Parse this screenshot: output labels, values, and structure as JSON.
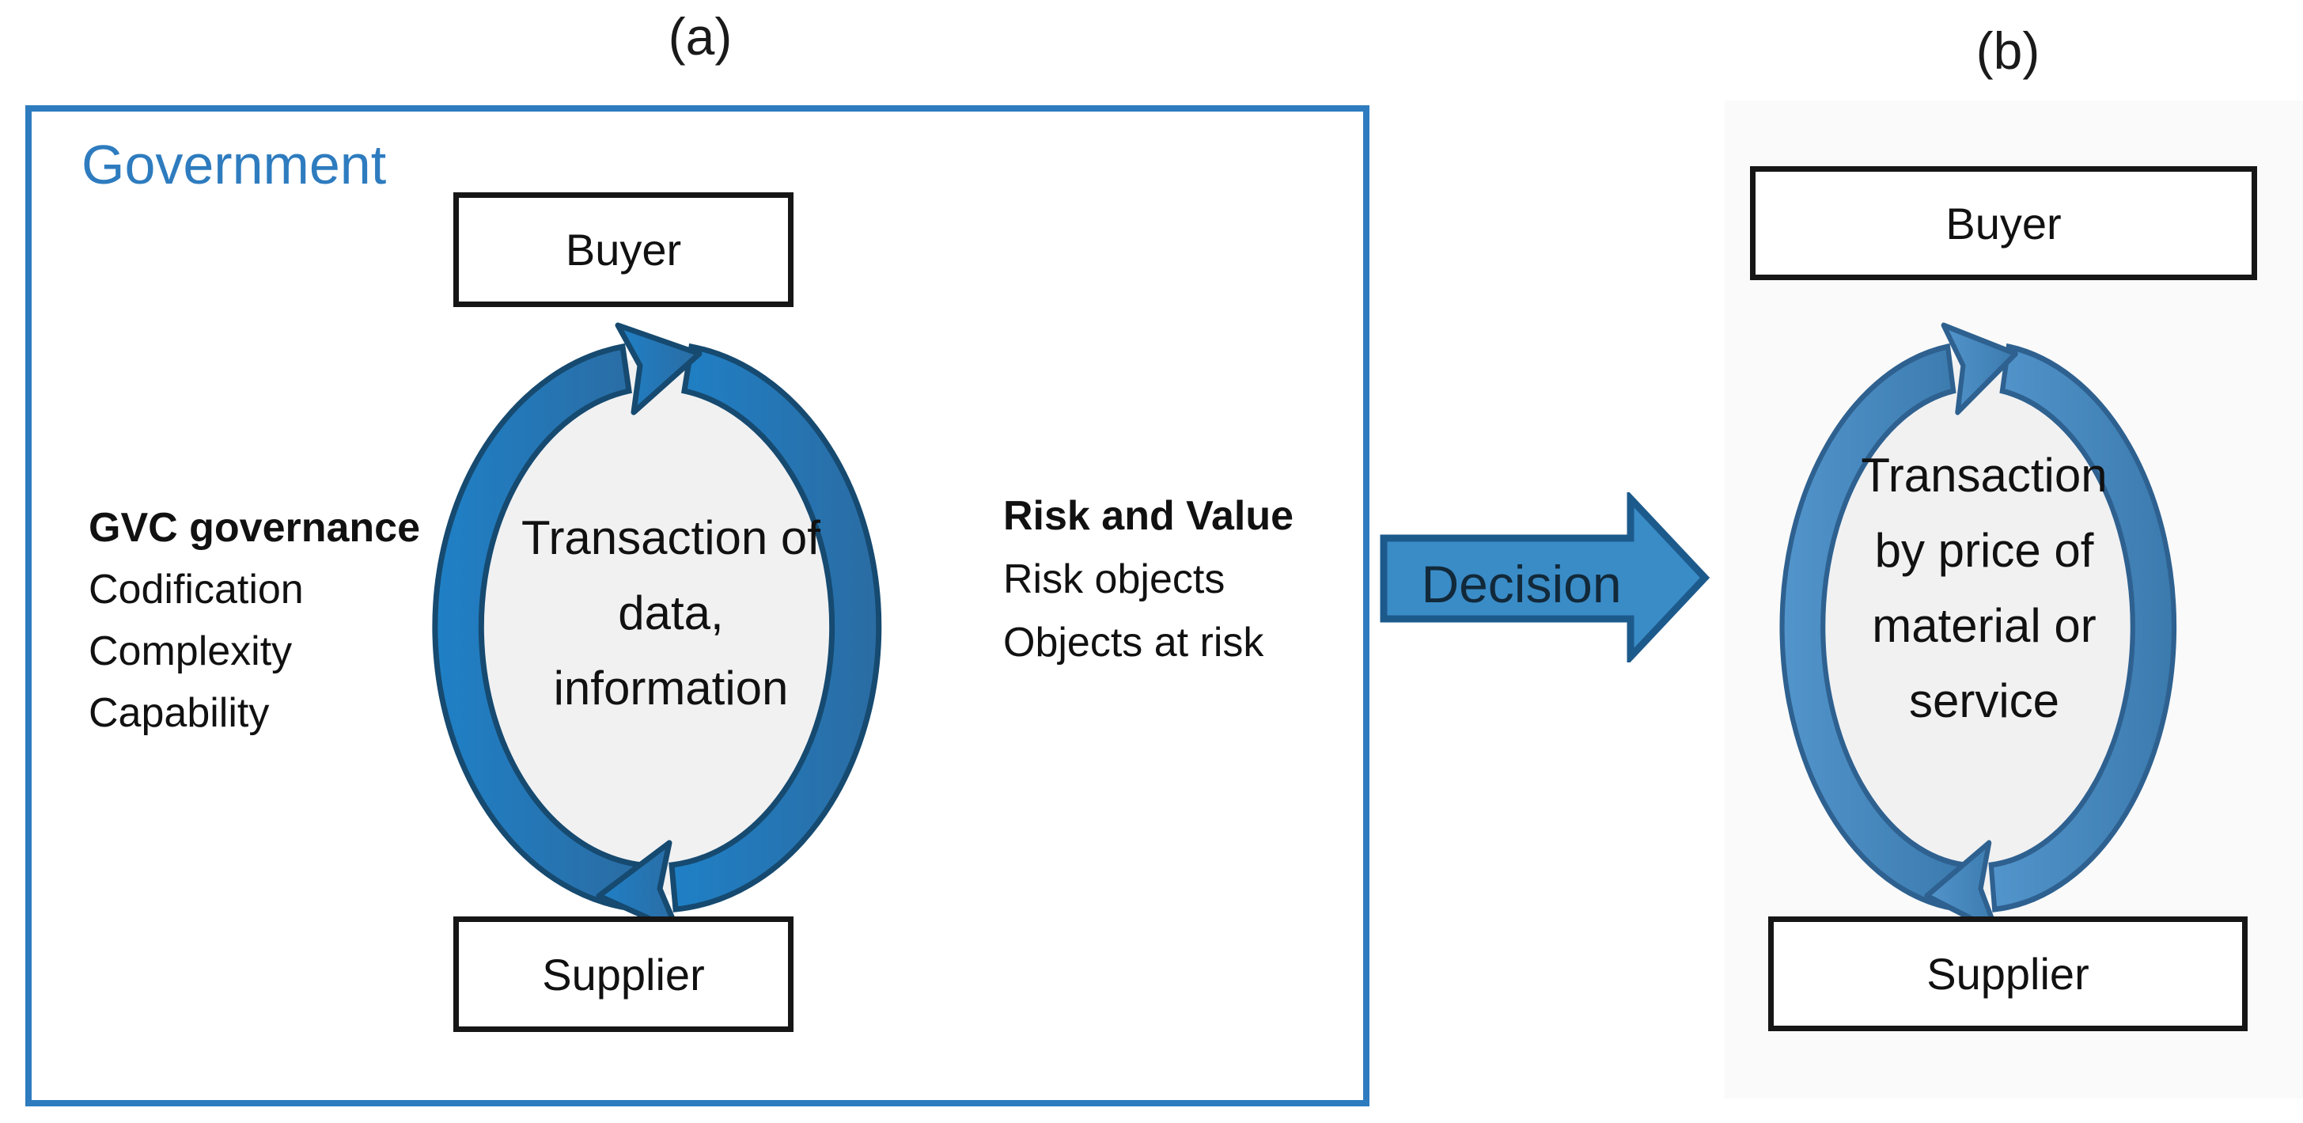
{
  "labels": {
    "panel_a": "(a)",
    "panel_b": "(b)"
  },
  "panel_a": {
    "title": "Government",
    "buyer": "Buyer",
    "supplier": "Supplier",
    "cycle_text": [
      "Transaction of",
      "data,",
      "information"
    ],
    "left_list": {
      "header": "GVC governance",
      "items": [
        "Codification",
        "Complexity",
        "Capability"
      ]
    },
    "right_list": {
      "header": "Risk and Value",
      "items": [
        "Risk objects",
        "Objects at risk"
      ]
    }
  },
  "arrow": {
    "label": "Decision"
  },
  "panel_b": {
    "buyer": "Buyer",
    "supplier": "Supplier",
    "cycle_text": [
      "Transaction",
      "by price of",
      "material or",
      "service"
    ]
  },
  "colors": {
    "government_border": "#2E7CBF",
    "government_text": "#2E7CBF",
    "panel_b_background": "#FAFAFA",
    "cycle_disc": "#F1F1F2",
    "cycle_a_gradient_start": "#1F80C6",
    "cycle_a_gradient_end": "#2B6CA3",
    "cycle_a_outline": "#164A70",
    "cycle_b_gradient_start": "#5295CC",
    "cycle_b_gradient_end": "#3B7AAD",
    "cycle_b_outline": "#2E6190",
    "decision_fill": "#3A8CC7",
    "decision_border": "#1D5A8C",
    "entity_box_border": "#161616"
  }
}
